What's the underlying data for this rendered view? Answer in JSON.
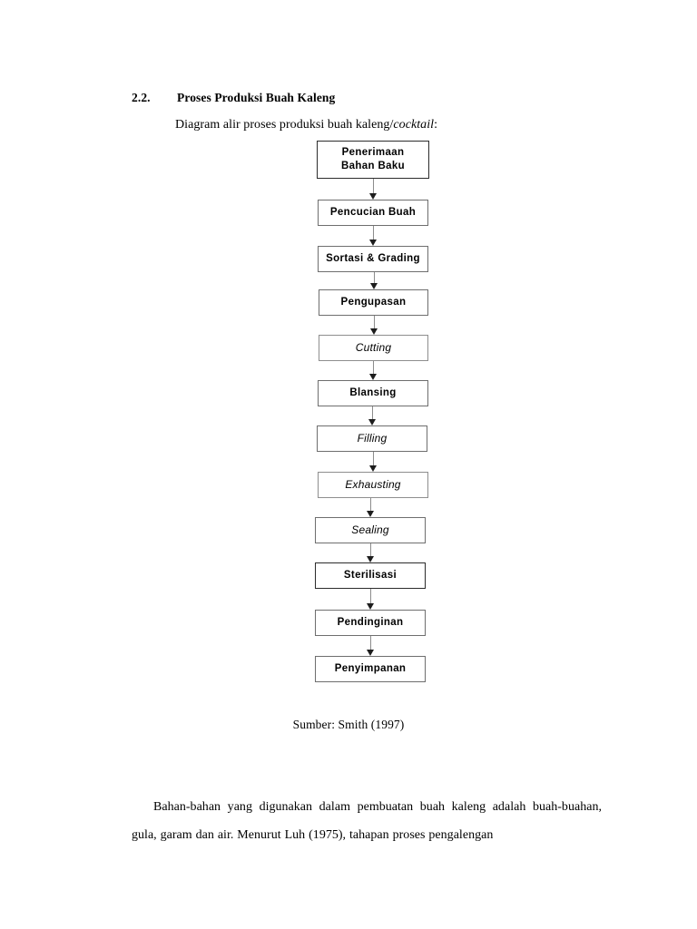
{
  "section": {
    "number": "2.2.",
    "title": "Proses Produksi Buah Kaleng",
    "intro_prefix": "Diagram alir proses produksi buah kaleng/",
    "intro_italic": "cocktail",
    "intro_suffix": ":"
  },
  "flowchart": {
    "caption": "Sumber: Smith (1997)",
    "nodes": [
      {
        "label": "Penerimaan\nBahan Baku",
        "italic": false
      },
      {
        "label": "Pencucian Buah",
        "italic": false
      },
      {
        "label": "Sortasi & Grading",
        "italic": false
      },
      {
        "label": "Pengupasan",
        "italic": false
      },
      {
        "label": "Cutting",
        "italic": true
      },
      {
        "label": "Blansing",
        "italic": false
      },
      {
        "label": "Filling",
        "italic": true
      },
      {
        "label": "Exhausting",
        "italic": true
      },
      {
        "label": "Sealing",
        "italic": true
      },
      {
        "label": "Sterilisasi",
        "italic": false
      },
      {
        "label": "Pendinginan",
        "italic": false
      },
      {
        "label": "Penyimpanan",
        "italic": false
      }
    ]
  },
  "body": {
    "paragraph": "Bahan-bahan yang digunakan dalam pembuatan buah kaleng adalah buah-buahan, gula, garam dan air. Menurut Luh (1975), tahapan proses pengalengan"
  }
}
